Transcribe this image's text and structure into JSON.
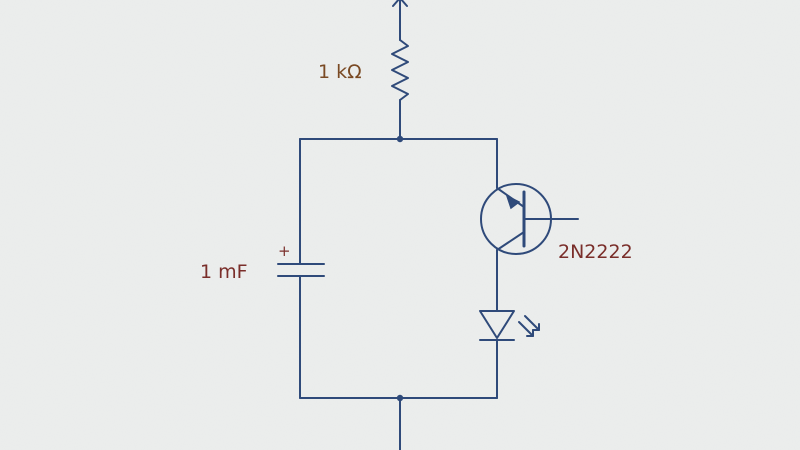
{
  "components": {
    "resistor": {
      "label": "1 kΩ"
    },
    "capacitor": {
      "label": "1 mF",
      "polarity": "+"
    },
    "transistor": {
      "label": "2N2222"
    },
    "led": {}
  },
  "colors": {
    "wire": "#2f4a7a",
    "paper": "#eceeed",
    "label_brown": "#7a4a24",
    "label_red": "#7a2e2a"
  }
}
